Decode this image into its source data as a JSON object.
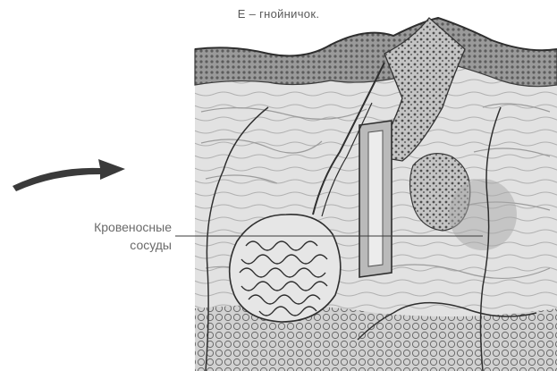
{
  "diagram": {
    "title": "Е – гнойничок.",
    "label_line1": "Кровеносные",
    "label_line2": "сосуды"
  },
  "colors": {
    "tissue_light": "#dcdcdc",
    "tissue_mid": "#bdbdbd",
    "epidermis": "#8d8d8d",
    "outline": "#3c3c3c",
    "arrow": "#3a3a3a"
  },
  "icons": {
    "arrow": "arrow-right-icon"
  }
}
